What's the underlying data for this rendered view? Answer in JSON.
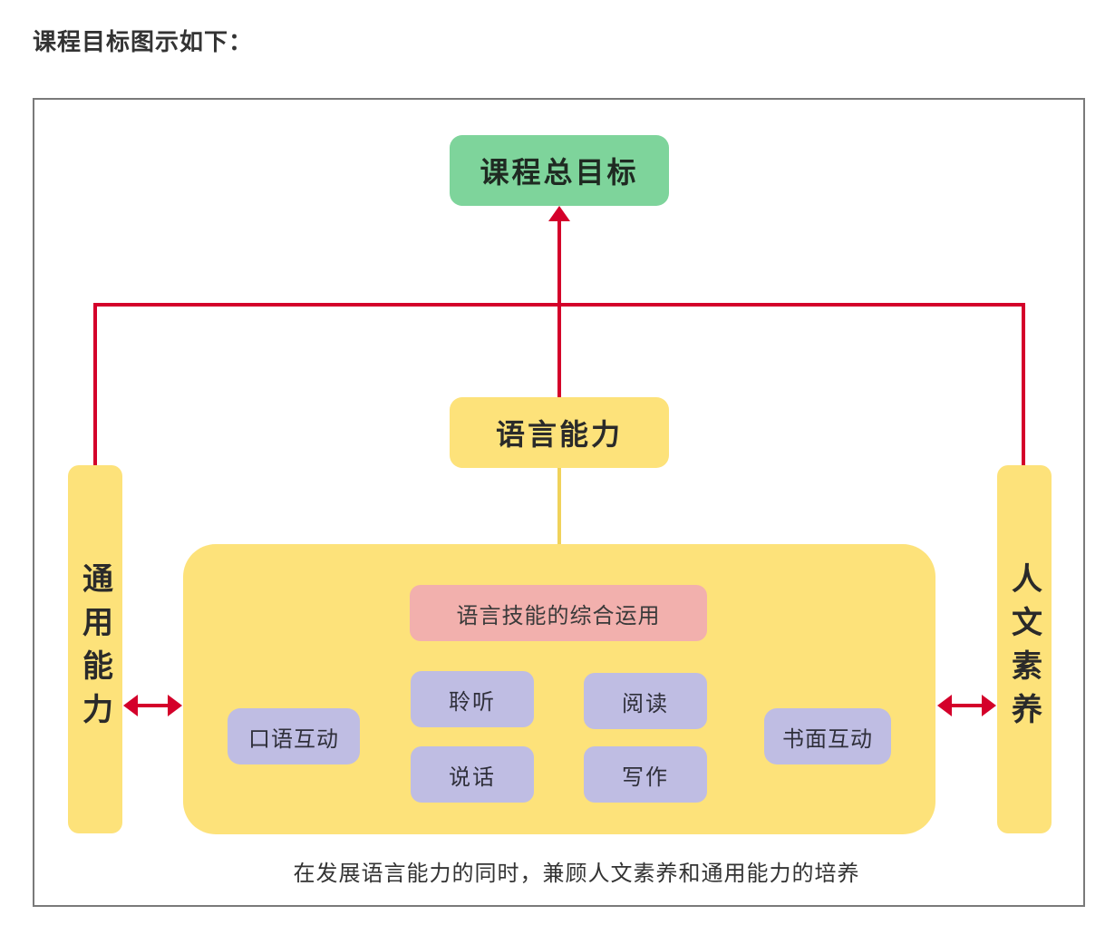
{
  "heading": "课程目标图示如下：",
  "diagram": {
    "goal": "课程总目标",
    "language_ability": "语言能力",
    "general_ability": "通用能力",
    "humanities": "人文素养",
    "integrated_use": "语言技能的综合运用",
    "listening": "聆听",
    "speaking": "说话",
    "reading": "阅读",
    "writing": "写作",
    "oral_interaction": "口语互动",
    "written_interaction": "书面互动",
    "caption": "在发展语言能力的同时，兼顾人文素养和通用能力的培养"
  },
  "colors": {
    "goal_box": "#7ed49b",
    "yellow_box": "#fde27a",
    "pink_box": "#f2b0ad",
    "lavender_box": "#bfbde3",
    "connector_red": "#d4002a"
  }
}
